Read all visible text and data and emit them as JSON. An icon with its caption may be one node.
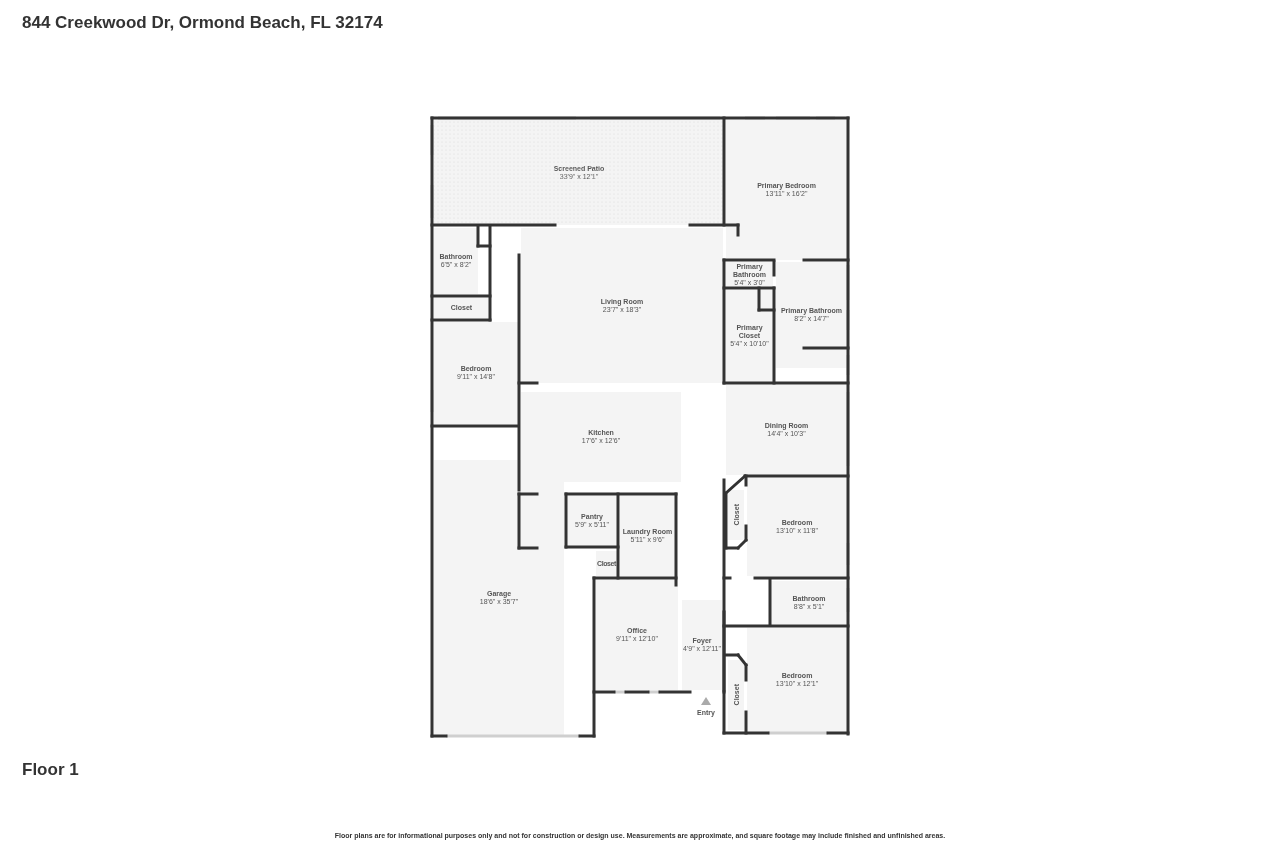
{
  "diagram": {
    "title": "844 Creekwood Dr, Ormond Beach, FL 32174",
    "caption": "Floor plans are for informational purposes only and not for construction or design use. Measurements are approximate, and square footage may include finished and unfinished areas.",
    "nodes": [
      {
        "text": [
          "Screened Patio",
          "33'9\" x 12'1\""
        ]
      },
      {
        "text": [
          "Primary Bedroom",
          "13'11\" x 16'2\""
        ]
      },
      {
        "text": [
          "Bathroom",
          "6'5\" x 8'2\""
        ]
      },
      {
        "text": [
          "Closet"
        ]
      },
      {
        "text": [
          "Living Room",
          "23'7\" x 18'3\""
        ]
      },
      {
        "text": [
          "Primary Bathroom",
          "5'4\" x 3'0\""
        ]
      },
      {
        "text": [
          "Primary Bathroom",
          "8'2\" x 14'7\""
        ]
      },
      {
        "text": [
          "Primary Closet",
          "5'4\" x 10'10\""
        ]
      },
      {
        "text": [
          "Bedroom",
          "9'11\" x 14'8\""
        ]
      },
      {
        "text": [
          "Kitchen",
          "17'6\" x 12'6\""
        ]
      },
      {
        "text": [
          "Dining Room",
          "14'4\" x 10'3\""
        ]
      },
      {
        "text": [
          "Pantry",
          "5'9\" x 5'11\""
        ]
      },
      {
        "text": [
          "Laundry Room",
          "5'11\" x 9'6\""
        ]
      },
      {
        "text": [
          "Closet"
        ]
      },
      {
        "text": [
          "Bedroom",
          "13'10\" x 11'8\""
        ]
      },
      {
        "text": [
          "Closet"
        ]
      },
      {
        "text": [
          "Bathroom",
          "8'8\" x 5'1\""
        ]
      },
      {
        "text": [
          "Garage",
          "18'6\" x 35'7\""
        ]
      },
      {
        "text": [
          "Office",
          "9'11\" x 12'10\""
        ]
      },
      {
        "text": [
          "Foyer",
          "4'9\" x 12'11\""
        ]
      },
      {
        "text": [
          "Closet"
        ]
      },
      {
        "text": [
          "Bedroom",
          "13'10\" x 12'1\""
        ]
      }
    ],
    "labels": [
      "Entry",
      "Floor 1"
    ]
  }
}
